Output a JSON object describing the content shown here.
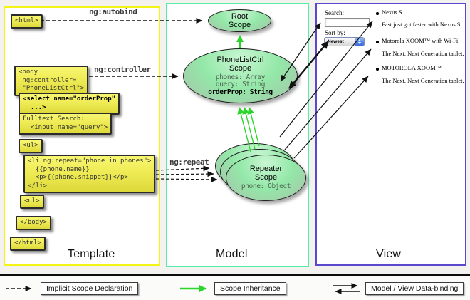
{
  "columns": {
    "template": "Template",
    "model": "Model",
    "view": "View"
  },
  "labels": {
    "autobind": "ng:autobind",
    "controller": "ng:controller",
    "repeat": "ng:repeat"
  },
  "code": {
    "html_open": "<html>",
    "body_open": "<body\n ng:controller=\n \"PhoneListCtrl\">",
    "select": "<select name=\"orderProp\"\n  ...>",
    "fulltext": "Fulltext Search:\n  <input name=\"query\">",
    "ul_open": "<ul>",
    "li": "<li ng:repeat=\"phone in phones\">\n  {{phone.name}}\n  <p>{{phone.snippet}}</p>\n</li>",
    "ul_close": "<ul>",
    "body_close": "</body>",
    "html_close": "</html>"
  },
  "model": {
    "root_scope_title": "Root\nScope",
    "phonelist_title": "PhoneListCtrl\nScope",
    "phonelist_props": [
      "phones: Array",
      "query: String",
      "orderProp: String"
    ],
    "repeater_title": "Repeater\nScope",
    "repeater_prop": "phone: Object"
  },
  "view": {
    "search_label": "Search:",
    "sort_label": "Sort by:",
    "dropdown_value": "Newest",
    "items": [
      {
        "title": "Nexus S",
        "desc": "Fast just got faster with Nexus S."
      },
      {
        "title": "Motorola XOOM™ with Wi-Fi",
        "desc": "The Next, Next Generation tablet."
      },
      {
        "title": "MOTOROLA XOOM™",
        "desc": "The Next, Next Generation tablet."
      }
    ]
  },
  "legend": {
    "implicit": "Implicit Scope Declaration",
    "inheritance": "Scope Inheritance",
    "binding": "Model / View Data-binding"
  },
  "colors": {
    "template_border": "#f4f416",
    "model_border": "#57eda6",
    "view_border": "#5a49cf",
    "scope_fill_green": "#93e8a8",
    "code_box_yellow": "#efeb55",
    "inheritance_green": "#2bd52b",
    "arrow_black": "#111111"
  }
}
